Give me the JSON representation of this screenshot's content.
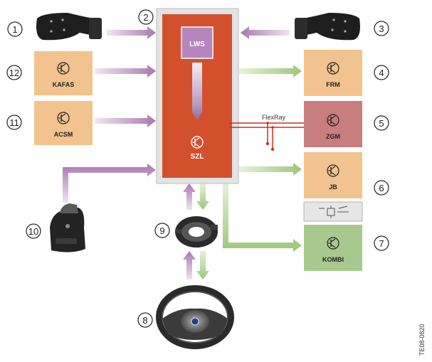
{
  "components": {
    "lws": "LWS",
    "szl": "SZL",
    "kafas": "KAFAS",
    "acsm": "ACSM",
    "frm": "FRM",
    "zgm": "ZGM",
    "jb": "JB",
    "kombi": "KOMBI"
  },
  "bus_label": "FlexRay",
  "callouts": [
    "1",
    "2",
    "3",
    "4",
    "5",
    "6",
    "7",
    "8",
    "9",
    "10",
    "11",
    "12"
  ],
  "figure_ref": "TE08-0820",
  "colors": {
    "szl_red": "#d4502c",
    "module_orange": "#f2c38e",
    "zgm_rose": "#c87d7e",
    "kombi_green": "#a7c98d",
    "arrow_purple": "#b48ab9",
    "arrow_green": "#a9cf8a",
    "flexray_red": "#c8321e"
  }
}
